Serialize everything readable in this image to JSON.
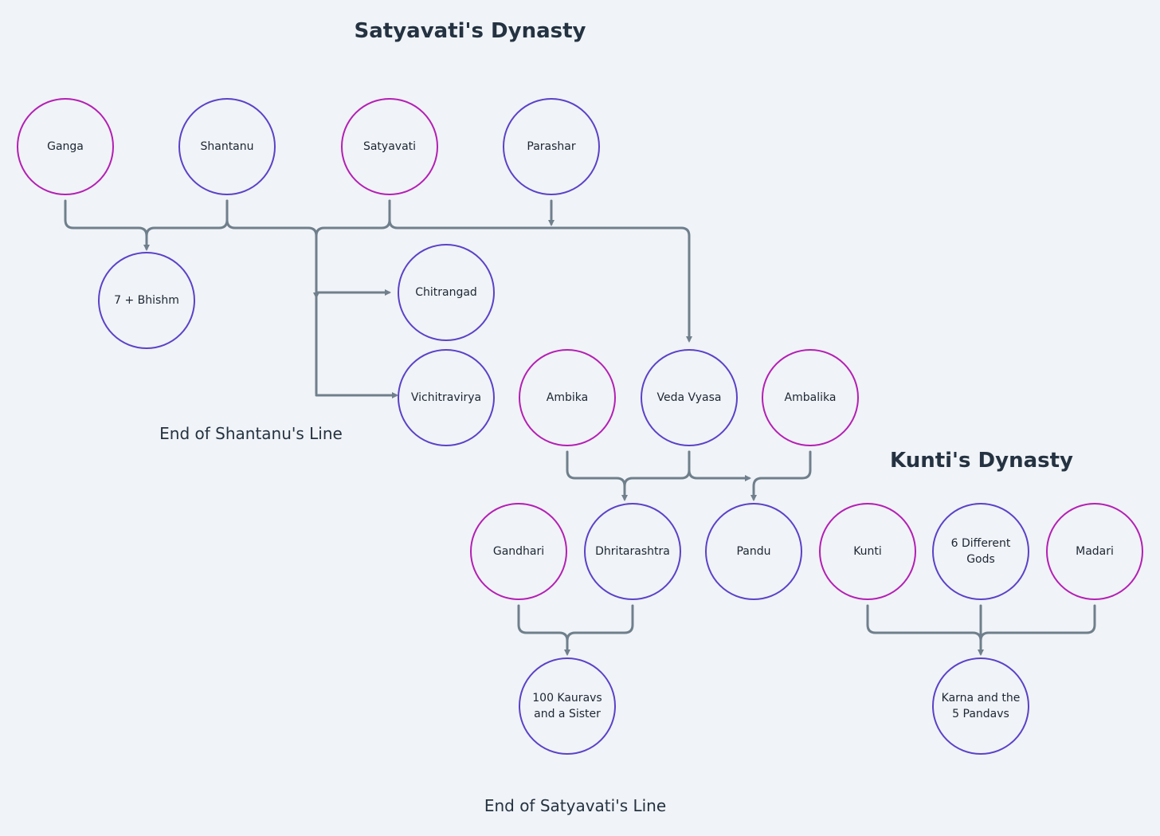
{
  "titles": {
    "satyavati_dynasty": "Satyavati's Dynasty",
    "kunti_dynasty": "Kunti's Dynasty"
  },
  "captions": {
    "end_shantanu": "End of Shantanu's Line",
    "end_satyavati": "End of Satyavati's Line"
  },
  "colors": {
    "female_border": "#b41fb4",
    "male_border": "#5a42c8",
    "connector": "#6f7f8c",
    "background": "#f0f3f7"
  },
  "nodes": {
    "ganga": {
      "label": [
        "Ganga"
      ],
      "gender": "female"
    },
    "shantanu": {
      "label": [
        "Shantanu"
      ],
      "gender": "male"
    },
    "satyavati": {
      "label": [
        "Satyavati"
      ],
      "gender": "female"
    },
    "parashar": {
      "label": [
        "Parashar"
      ],
      "gender": "male"
    },
    "bhishm": {
      "label": [
        "7 + Bhishm"
      ],
      "gender": "male"
    },
    "chitrangad": {
      "label": [
        "Chitrangad"
      ],
      "gender": "male"
    },
    "vichitravirya": {
      "label": [
        "Vichitravirya"
      ],
      "gender": "male"
    },
    "ambika": {
      "label": [
        "Ambika"
      ],
      "gender": "female"
    },
    "veda_vyasa": {
      "label": [
        "Veda Vyasa"
      ],
      "gender": "male"
    },
    "ambalika": {
      "label": [
        "Ambalika"
      ],
      "gender": "female"
    },
    "gandhari": {
      "label": [
        "Gandhari"
      ],
      "gender": "female"
    },
    "dhritarashtra": {
      "label": [
        "Dhritarashtra"
      ],
      "gender": "male"
    },
    "pandu": {
      "label": [
        "Pandu"
      ],
      "gender": "male"
    },
    "kunti": {
      "label": [
        "Kunti"
      ],
      "gender": "female"
    },
    "six_gods": {
      "label": [
        "6 Different",
        "Gods"
      ],
      "gender": "male"
    },
    "madari": {
      "label": [
        "Madari"
      ],
      "gender": "female"
    },
    "kauravs": {
      "label": [
        "100 Kauravs",
        "and a Sister"
      ],
      "gender": "male"
    },
    "pandavs": {
      "label": [
        "Karna and the",
        "5 Pandavs"
      ],
      "gender": "male"
    }
  }
}
